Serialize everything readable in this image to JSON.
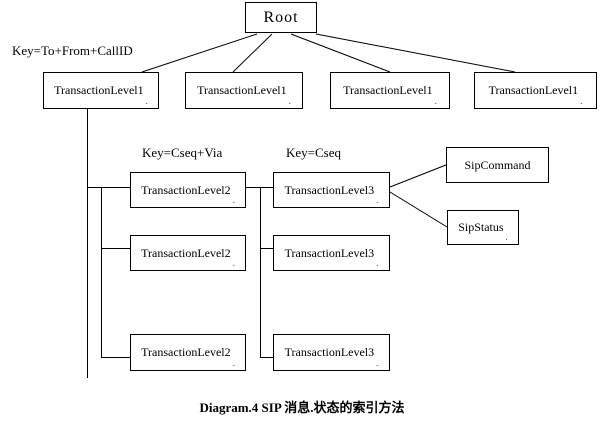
{
  "diagram": {
    "caption": "Diagram.4 SIP 消息.状态的索引方法",
    "trailing_mark": ".",
    "key_labels": {
      "level1": "Key=To+From+CallID",
      "level2": "Key=Cseq+Via",
      "level3": "Key=Cseq"
    },
    "root": {
      "label": "Root"
    },
    "level1_nodes": [
      {
        "label": "TransactionLevel1"
      },
      {
        "label": "TransactionLevel1"
      },
      {
        "label": "TransactionLevel1"
      },
      {
        "label": "TransactionLevel1"
      }
    ],
    "level2_nodes": [
      {
        "label": "TransactionLevel2"
      },
      {
        "label": "TransactionLevel2"
      },
      {
        "label": "TransactionLevel2"
      }
    ],
    "level3_nodes": [
      {
        "label": "TransactionLevel3"
      },
      {
        "label": "TransactionLevel3"
      },
      {
        "label": "TransactionLevel3"
      }
    ],
    "leaf_nodes": [
      {
        "label": "SipCommand"
      },
      {
        "label": "SipStatus"
      }
    ],
    "colors": {
      "line": "#000000",
      "background": "#ffffff",
      "text": "#000000"
    }
  }
}
